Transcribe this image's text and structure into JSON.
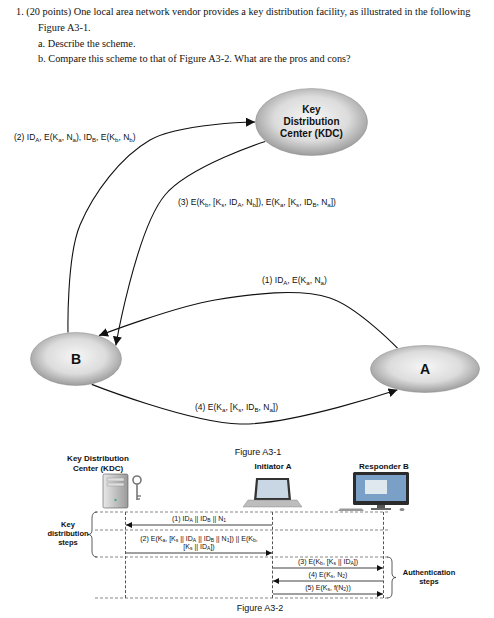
{
  "diagram": {
    "nodes": [
      {
        "text": [
          "Key Distribution Center (KDC)"
        ]
      },
      {
        "text": [
          "B"
        ]
      },
      {
        "text": [
          "A"
        ]
      },
      {
        "text": [
          "Key Distribution Center (KDC)"
        ]
      },
      {
        "text": [
          "Initiator A"
        ]
      },
      {
        "text": [
          "Responder B"
        ]
      }
    ],
    "edges": [
      {
        "from": 2,
        "to": 1,
        "label": "(1) IDA, E(Ka, Na)",
        "arrow": "to"
      },
      {
        "from": 1,
        "to": 0,
        "label": "(2) IDA, E(Ka, Na), IDB, E(Kb, Nb)",
        "arrow": "to"
      },
      {
        "from": 0,
        "to": 1,
        "label": "(3) E(Kb, [Ks, IDA, Nb]), E(Ka, [Ks, IDB, Na])",
        "arrow": "to"
      },
      {
        "from": 1,
        "to": 2,
        "label": "(4) E(Ka, [Ks, IDB, Na])",
        "arrow": "to"
      },
      {
        "from": 4,
        "to": 3,
        "label": "(1) IDA || IDB || N1",
        "arrow": "to"
      },
      {
        "from": 3,
        "to": 4,
        "label": "(2) E(Ka, [Ks || IDA || IDB || N1]) || E(Kb, [Ks || IDA])",
        "arrow": "to"
      },
      {
        "from": 4,
        "to": 5,
        "label": "(3) E(Kb, [Ks || IDA])",
        "arrow": "to"
      },
      {
        "from": 5,
        "to": 4,
        "label": "(4) E(Ks, N2)",
        "arrow": "to"
      },
      {
        "from": 4,
        "to": 5,
        "label": "(5) E(Ks, f(N2))",
        "arrow": "to"
      }
    ],
    "labels": [
      "1. (20 points) One local area network vendor provides a key distribution facility, as illustrated in the following Figure A3-1.",
      "a. Describe the scheme.",
      "b. Compare this scheme to that of Figure A3-2. What are the pros and cons?",
      "Figure A3-1",
      "Key distribution steps",
      "Authentication steps",
      "Figure A3-2"
    ]
  }
}
